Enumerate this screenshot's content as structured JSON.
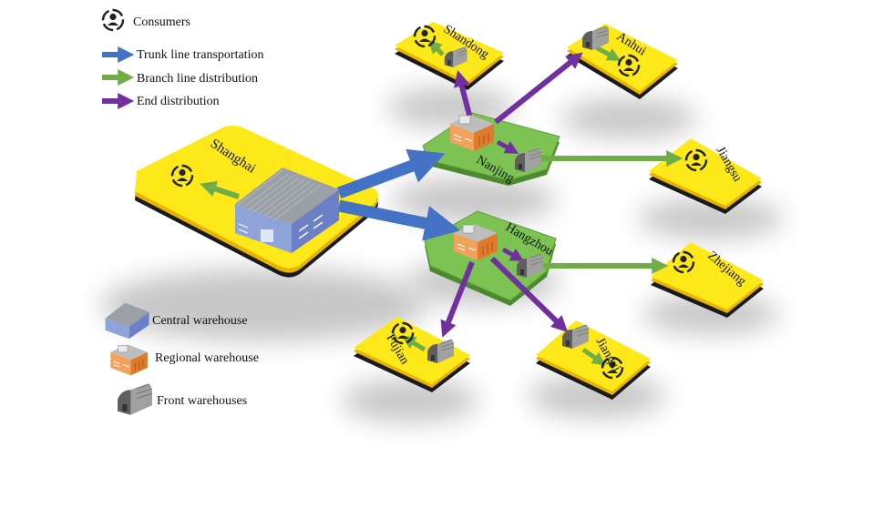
{
  "legend": {
    "consumers": "Consumers",
    "trunk": "Trunk line transportation",
    "branch": "Branch line distribution",
    "end": "End distribution",
    "central_warehouse": "Central warehouse",
    "regional_warehouse": "Regional warehouse",
    "front_warehouses": "Front warehouses"
  },
  "regions": {
    "shanghai": "Shanghai",
    "nanjing": "Nanjing",
    "hangzhou": "Hangzhou",
    "shandong": "Shandong",
    "anhui": "Anhui",
    "jiangsu": "Jiangsu",
    "zhejiang": "Zhejiang",
    "fujian": "Fujian",
    "jiangxi": "Jiangxi"
  },
  "colors": {
    "yellow": "#fde81a",
    "yellow_edge": "#e8b400",
    "green": "#7cc353",
    "trunk": "#4472c4",
    "branch": "#70ad47",
    "end": "#7030a0"
  },
  "icons": {
    "consumer": "consumer-icon",
    "central": "central-warehouse-icon",
    "regional": "regional-warehouse-icon",
    "front": "front-warehouse-icon"
  }
}
